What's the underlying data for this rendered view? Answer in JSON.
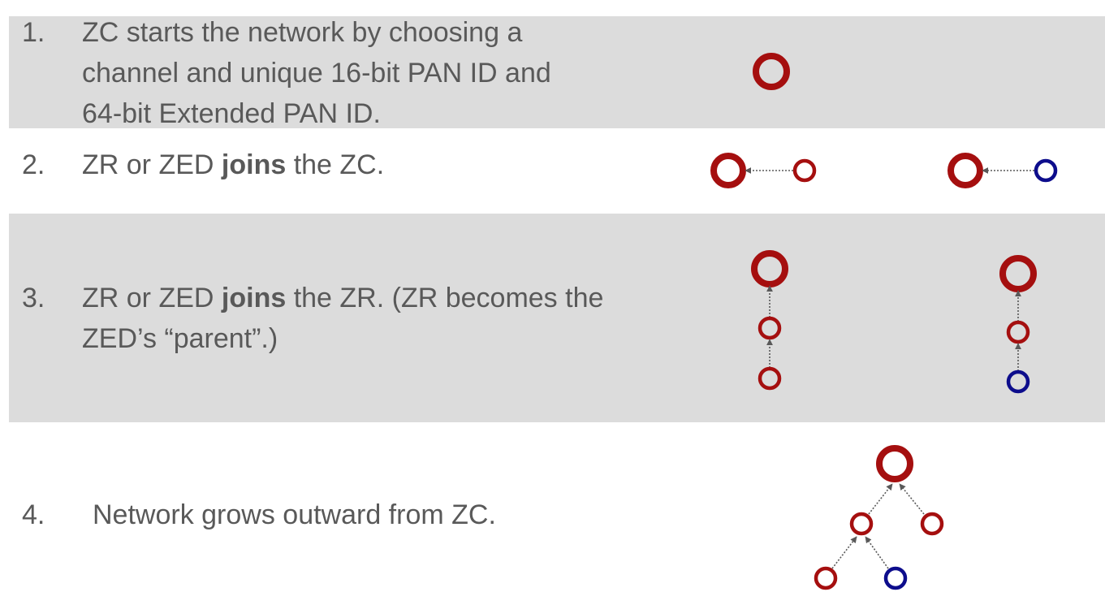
{
  "steps": [
    {
      "number": "1.",
      "lines": [
        "ZC starts the network by choosing a",
        "channel and unique 16-bit PAN ID and",
        "64-bit Extended PAN ID."
      ]
    },
    {
      "number": "2.",
      "pre": "ZR or ZED ",
      "bold": "joins",
      "post": " the ZC."
    },
    {
      "number": "3.",
      "pre": "ZR or ZED ",
      "bold": "joins",
      "post": " the ZR. (ZR becomes the",
      "line2": "ZED’s “parent”.)"
    },
    {
      "number": "4.",
      "text": "Network grows outward from ZC."
    }
  ],
  "colors": {
    "band": "#dcdcdc",
    "text": "#595959",
    "coordinator": "#a50f0f",
    "router": "#a50f0f",
    "end_device": "#0d0d8c",
    "arrow": "#595959"
  },
  "legend_icons": [
    "coordinator-node-icon",
    "router-node-icon",
    "end-device-node-icon",
    "dotted-arrow-icon"
  ]
}
